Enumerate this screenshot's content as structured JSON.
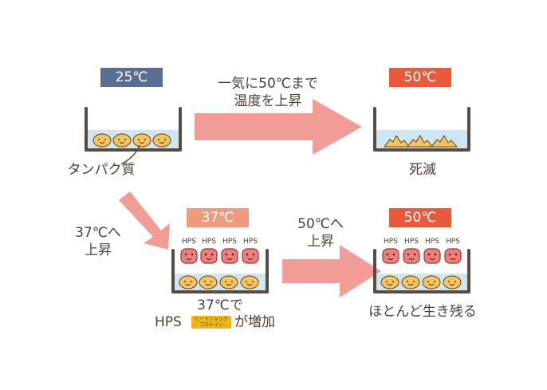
{
  "colors": {
    "badge_25": "#5a6e93",
    "badge_50": "#e9593b",
    "badge_37": "#ee9a7d",
    "arrow": "#f29c97",
    "water": "#cfe6f5",
    "container": "#5a4b42",
    "protein": "#f6c460",
    "hps": "#ee7e7b",
    "hps_badge": "#f2b515"
  },
  "step1": {
    "temp": "25℃",
    "label": "タンパク質"
  },
  "arrow_top": {
    "line1": "一気に50℃まで",
    "line2": "温度を上昇"
  },
  "step2": {
    "temp": "50℃",
    "label": "死滅"
  },
  "arrow_diag": {
    "line1": "37℃へ",
    "line2": "上昇"
  },
  "step3": {
    "temp": "37℃",
    "hps_labels": [
      "HPS",
      "HPS",
      "HPS",
      "HPS"
    ],
    "caption1": "37℃で",
    "caption2_prefix": "HPS",
    "caption2_badge_line1": "ヒートショック",
    "caption2_badge_line2": "プロテイン",
    "caption2_suffix": "が増加"
  },
  "arrow_bottom": {
    "line1": "50℃へ",
    "line2": "上昇"
  },
  "step4": {
    "temp": "50℃",
    "hps_labels": [
      "HPS",
      "HPS",
      "HPS",
      "HPS"
    ],
    "label": "ほとんど生き残る"
  }
}
